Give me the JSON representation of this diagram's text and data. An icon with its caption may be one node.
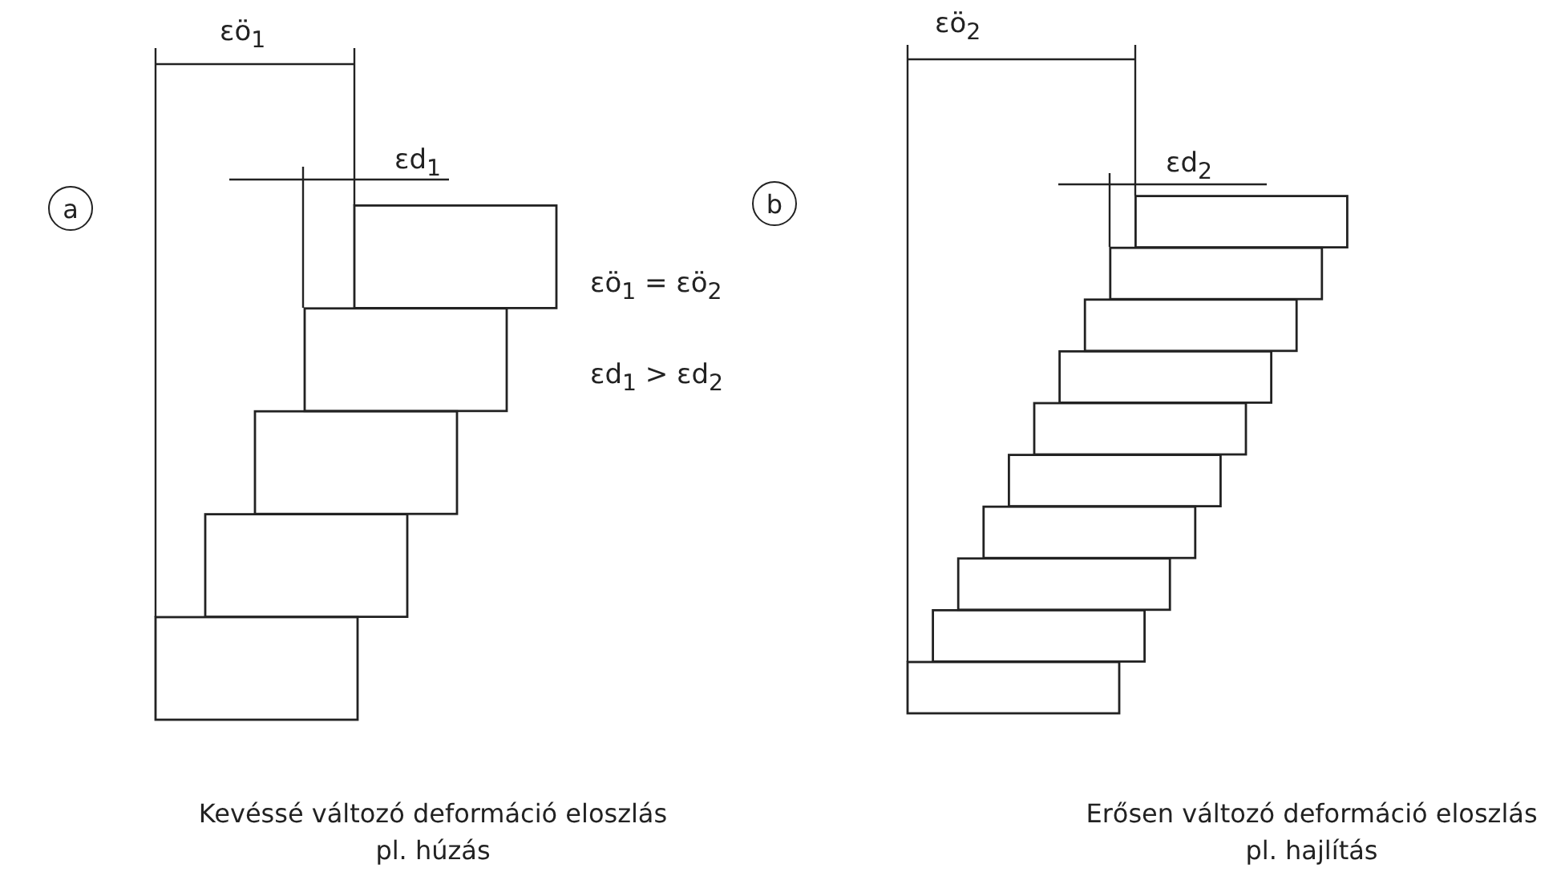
{
  "diagram": {
    "nodes": [
      {
        "text": [
          "a"
        ]
      },
      {
        "text": [
          "b"
        ]
      }
    ],
    "labels": [
      "εö$_{1}$",
      "εd$_{1}$",
      "εö$_{1}$ = εö$_{2}$",
      "εd$_{1}$ > εd$_{2}$",
      "εö$_{2}$",
      "εd$_{2}$",
      "Kevéssé változó deformáció eloszlás",
      "pl. húzás",
      "Erősen változó deformáció eloszlás",
      "pl. hajlítás"
    ]
  }
}
